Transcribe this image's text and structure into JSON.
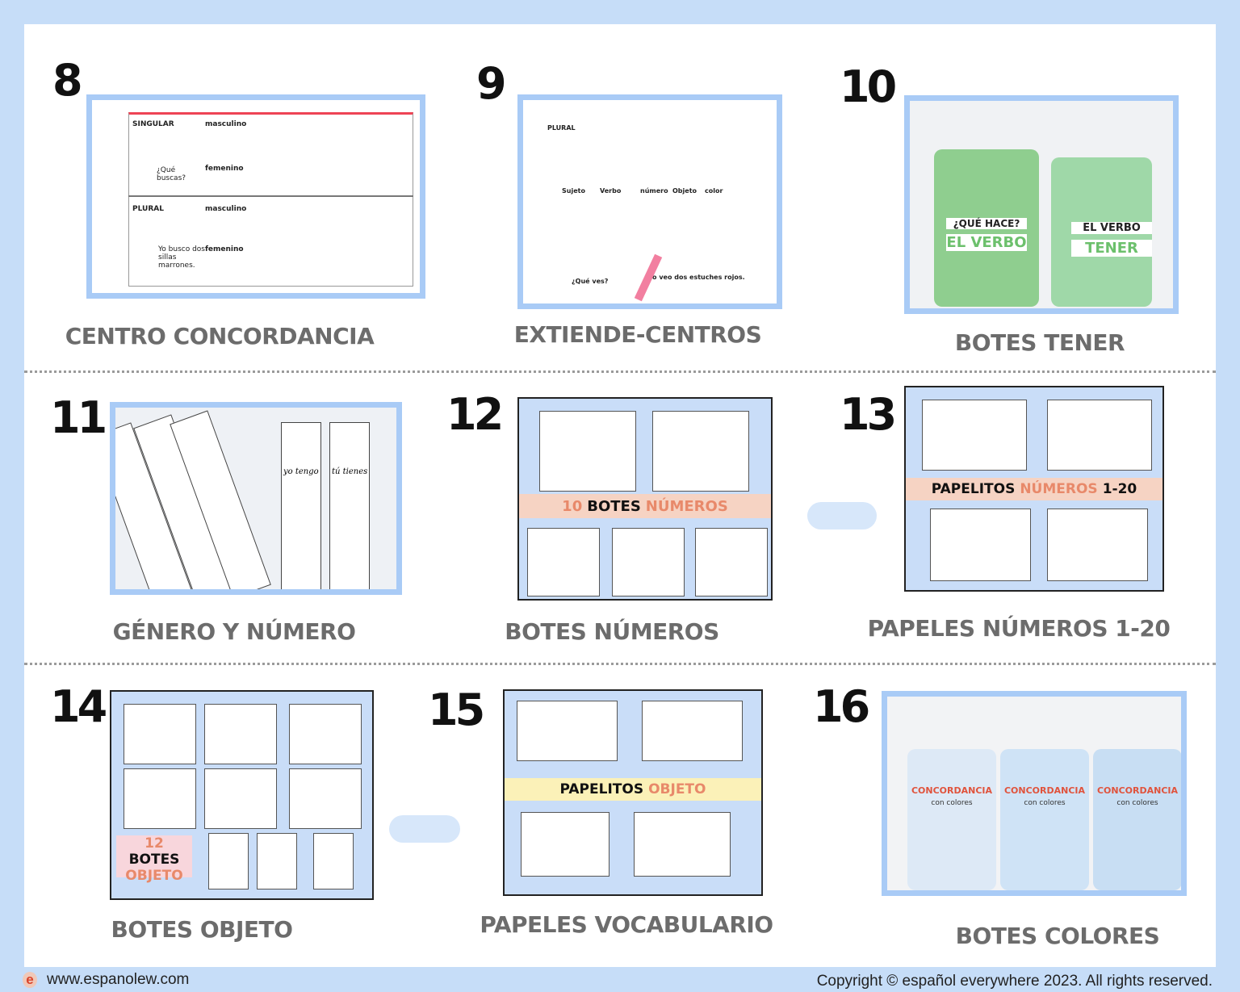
{
  "colors": {
    "background": "#c6ddf8",
    "frame": "#a9cbf6",
    "caption": "#6c6c6c",
    "orange": "#e8896a",
    "peach": "#f6d3c3",
    "yellow": "#fbf1b8",
    "pink": "#f8d6dc"
  },
  "items": [
    {
      "number": "8",
      "caption": "CENTRO CONCORDANCIA",
      "inner": [
        "SINGULAR",
        "PLURAL",
        "masculino",
        "femenino",
        "masculino",
        "femenino",
        "¿Qué buscas?",
        "Yo busco dos sillas marrones."
      ]
    },
    {
      "number": "9",
      "caption": "EXTIENDE-CENTROS",
      "inner": [
        "PLURAL",
        "Sujeto",
        "Verbo",
        "número",
        "Objeto",
        "color",
        "¿Qué ves?",
        "Yo veo dos estuches rojos."
      ]
    },
    {
      "number": "10",
      "caption": "BOTES TENER",
      "inner": [
        "¿QUÉ HACE?",
        "EL VERBO",
        "EL VERBO",
        "TENER"
      ]
    },
    {
      "number": "11",
      "caption": "GÉNERO Y NÚMERO",
      "inner": [
        "yo tengo",
        "tú tienes"
      ]
    },
    {
      "number": "12",
      "caption": "BOTES  NÚMEROS",
      "banner": [
        "10",
        "BOTES",
        "NÚMEROS"
      ]
    },
    {
      "number": "13",
      "caption": "PAPELES NÚMEROS 1-20",
      "banner": [
        "PAPELITOS",
        "NÚMEROS",
        "1-20"
      ]
    },
    {
      "number": "14",
      "caption": "BOTES OBJETO",
      "banner": [
        "12",
        "BOTES",
        "OBJETO"
      ]
    },
    {
      "number": "15",
      "caption": "PAPELES VOCABULARIO",
      "banner": [
        "PAPELITOS",
        "OBJETO"
      ]
    },
    {
      "number": "16",
      "caption": "BOTES COLORES",
      "inner": [
        "CONCORDANCIA",
        "con colores",
        "CONCORDANCIA",
        "con colores",
        "CONCORDANCIA",
        "con colores"
      ]
    }
  ],
  "footer": {
    "website": "www.espanolew.com",
    "copyright": "Copyright © español everywhere 2023. All rights reserved."
  }
}
